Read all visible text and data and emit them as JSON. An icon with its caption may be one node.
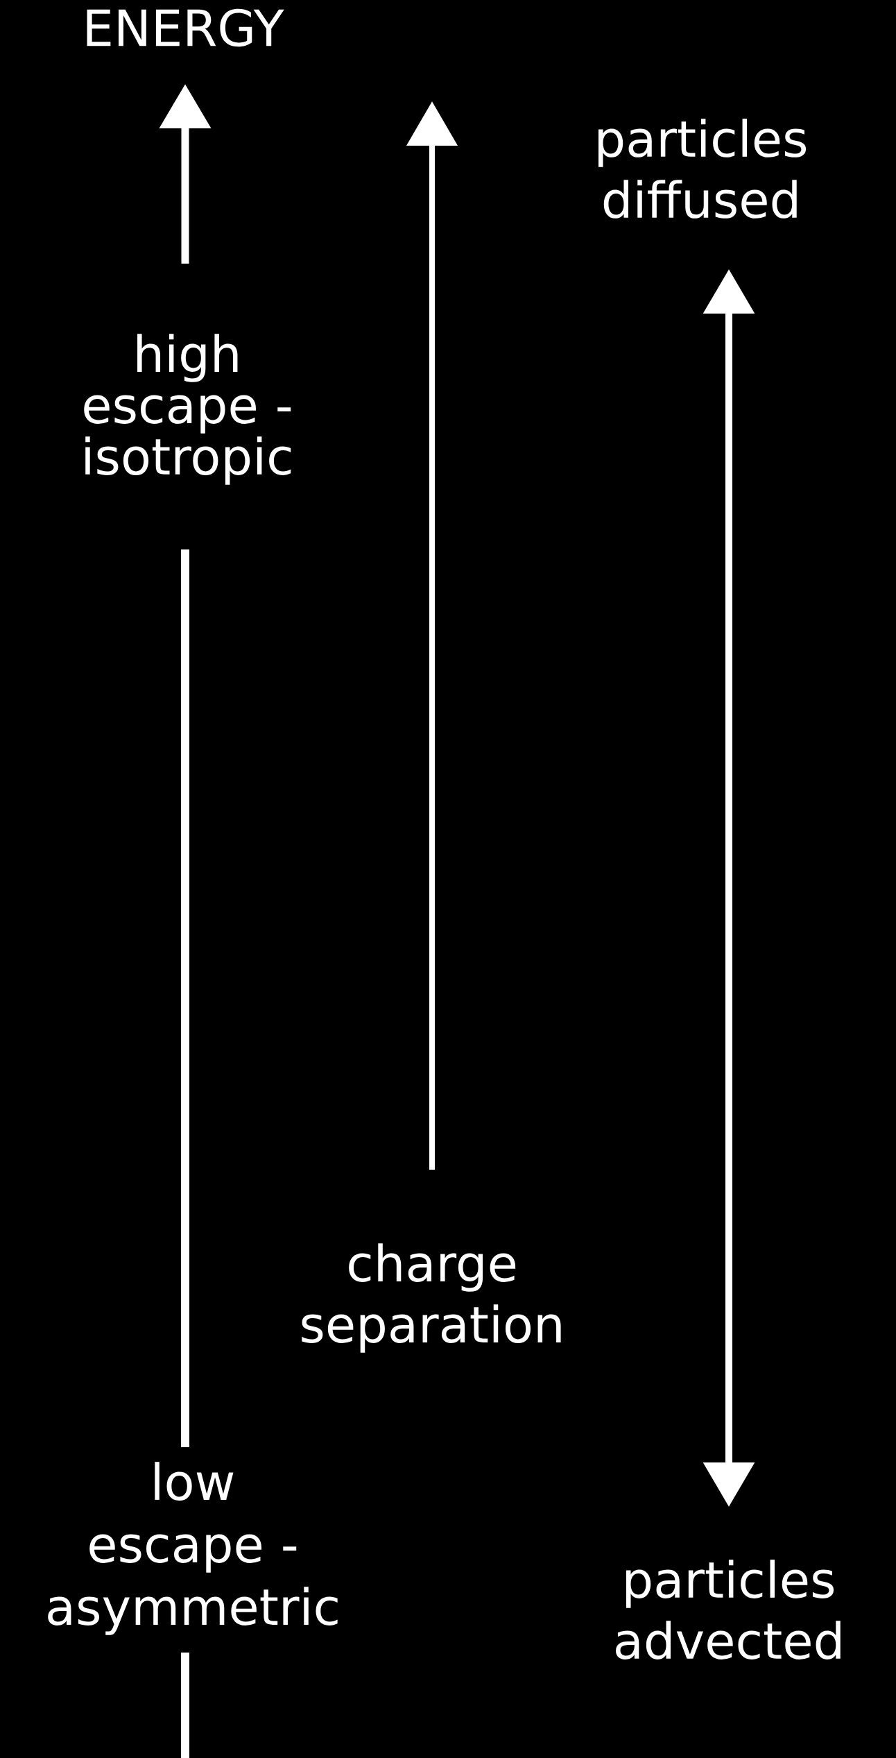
{
  "diagram": {
    "nodes": [
      {
        "text": [
          "ENERGY"
        ]
      },
      {
        "text": [
          "particles diffused"
        ]
      },
      {
        "text": [
          "high escape - isotropic"
        ]
      },
      {
        "text": [
          "charge separation"
        ]
      },
      {
        "text": [
          "low escape - asymmetric"
        ]
      },
      {
        "text": [
          "particles advected"
        ]
      }
    ],
    "edges": [
      {
        "from": 2,
        "to": 0,
        "arrow": "to"
      },
      {
        "from": 4,
        "to": 2,
        "arrow": "none"
      },
      {
        "from": null,
        "to": 4,
        "arrow": "none"
      },
      {
        "from": 3,
        "to": null,
        "arrow": "to"
      },
      {
        "from": 5,
        "to": 1,
        "arrow": "both"
      }
    ]
  }
}
